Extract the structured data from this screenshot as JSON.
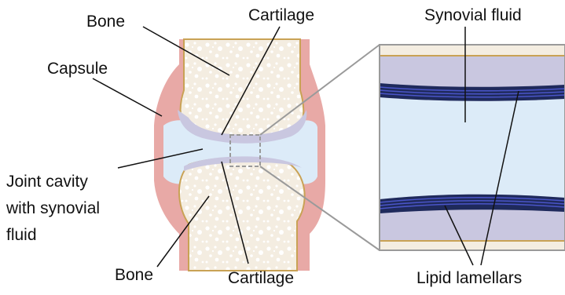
{
  "labels": {
    "bone_top": "Bone",
    "bone_bottom": "Bone",
    "cartilage_top": "Cartilage",
    "cartilage_bottom": "Cartilage",
    "capsule": "Capsule",
    "joint_cavity_line1": "Joint cavity",
    "joint_cavity_line2": "with synovial",
    "joint_cavity_line3": "fluid",
    "synovial_fluid": "Synovial fluid",
    "lipid_lamellars": "Lipid lamellars"
  },
  "colors": {
    "capsule": "#e8a9a6",
    "bone_fill": "#f4ede1",
    "bone_outline": "#c9a255",
    "cartilage": "#c9c7e0",
    "synovial_fluid": "#dcebf8",
    "lamellar_dark": "#1f2a5c",
    "lamellar_blue": "#4a55c8",
    "zoom_box": "#9a9a9a"
  }
}
